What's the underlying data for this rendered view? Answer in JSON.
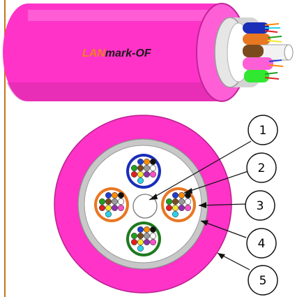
{
  "brand": {
    "prefix": "LAN",
    "suffix": "mark-OF"
  },
  "callouts": [
    "1",
    "2",
    "3",
    "4",
    "5"
  ],
  "colors": {
    "jacket": "#ff33c8",
    "jacket_dark": "#cc2aa4",
    "inner_sheath": "#c8c8c8",
    "core": "#ffffff",
    "tube_blue": "#1a2eb8",
    "tube_orange": "#e87722",
    "tube_green": "#1f7a1f",
    "frame_line": "#c8741a",
    "brand_prefix": "#f08020",
    "brand_suffix": "#1a1a1a"
  },
  "fiber_colors": [
    "#1f3fd0",
    "#ff8a00",
    "#1e9e1e",
    "#7a4a1e",
    "#9a9a9a",
    "#ffffff",
    "#e02020",
    "#111111",
    "#f5e62a",
    "#8e2fb0",
    "#ff4fc8",
    "#2ad2e8"
  ]
}
